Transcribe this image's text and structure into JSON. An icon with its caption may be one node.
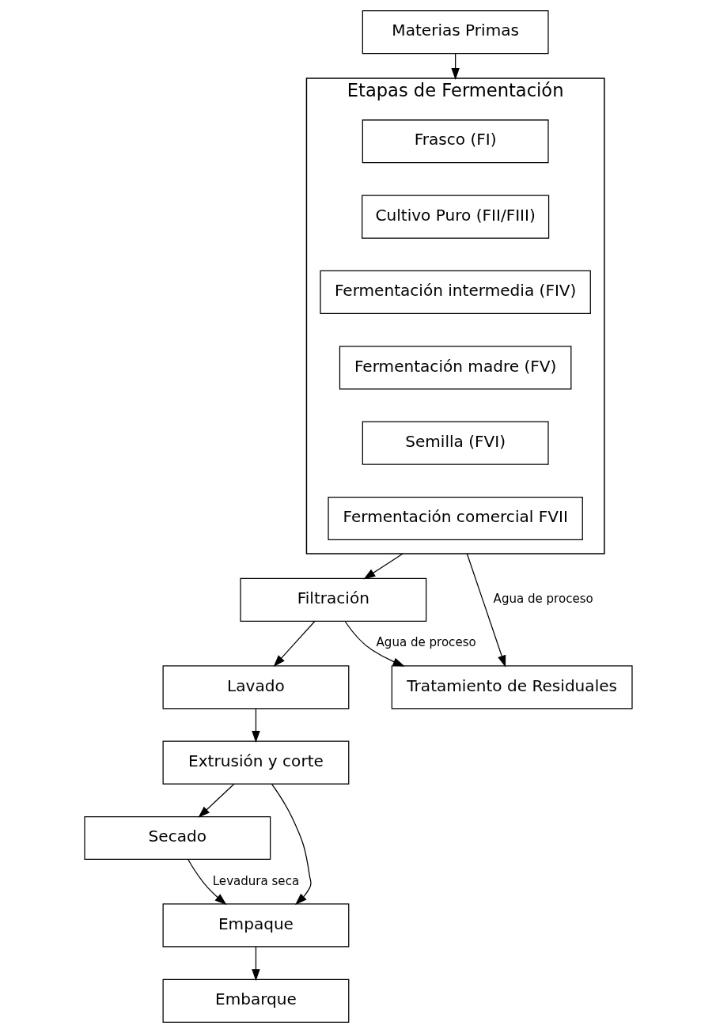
{
  "diagram": {
    "nodes": [
      {
        "text": [
          "Materias Primas"
        ]
      },
      {
        "text": [
          "Etapas de Fermentación"
        ]
      },
      {
        "text": [
          "Frasco (FI)"
        ],
        "in": 1
      },
      {
        "text": [
          "Cultivo Puro (FII/FIII)"
        ],
        "in": 1
      },
      {
        "text": [
          "Fermentación intermedia (FIV)"
        ],
        "in": 1
      },
      {
        "text": [
          "Fermentación madre (FV)"
        ],
        "in": 1
      },
      {
        "text": [
          "Semilla (FVI)"
        ],
        "in": 1
      },
      {
        "text": [
          "Fermentación comercial FVII"
        ],
        "in": 1
      },
      {
        "text": [
          "Filtración"
        ]
      },
      {
        "text": [
          "Tratamiento de Residuales"
        ]
      },
      {
        "text": [
          "Lavado"
        ]
      },
      {
        "text": [
          "Extrusión y corte"
        ]
      },
      {
        "text": [
          "Secado"
        ]
      },
      {
        "text": [
          "Empaque"
        ]
      },
      {
        "text": [
          "Embarque"
        ]
      }
    ],
    "edges": [
      {
        "from": 0,
        "to": 1,
        "arrow": "to"
      },
      {
        "from": 1,
        "to": 8,
        "arrow": "to"
      },
      {
        "from": 1,
        "to": 9,
        "arrow": "to",
        "label": "Agua de proceso"
      },
      {
        "from": 8,
        "to": 9,
        "arrow": "to",
        "label": "Agua de proceso"
      },
      {
        "from": 8,
        "to": 10,
        "arrow": "to"
      },
      {
        "from": 10,
        "to": 11,
        "arrow": "to"
      },
      {
        "from": 11,
        "to": 13,
        "arrow": "to"
      },
      {
        "from": 11,
        "to": 12,
        "arrow": "to"
      },
      {
        "from": 12,
        "to": 13,
        "arrow": "to",
        "label": "Levadura seca"
      },
      {
        "from": 13,
        "to": 14,
        "arrow": "to"
      }
    ]
  }
}
